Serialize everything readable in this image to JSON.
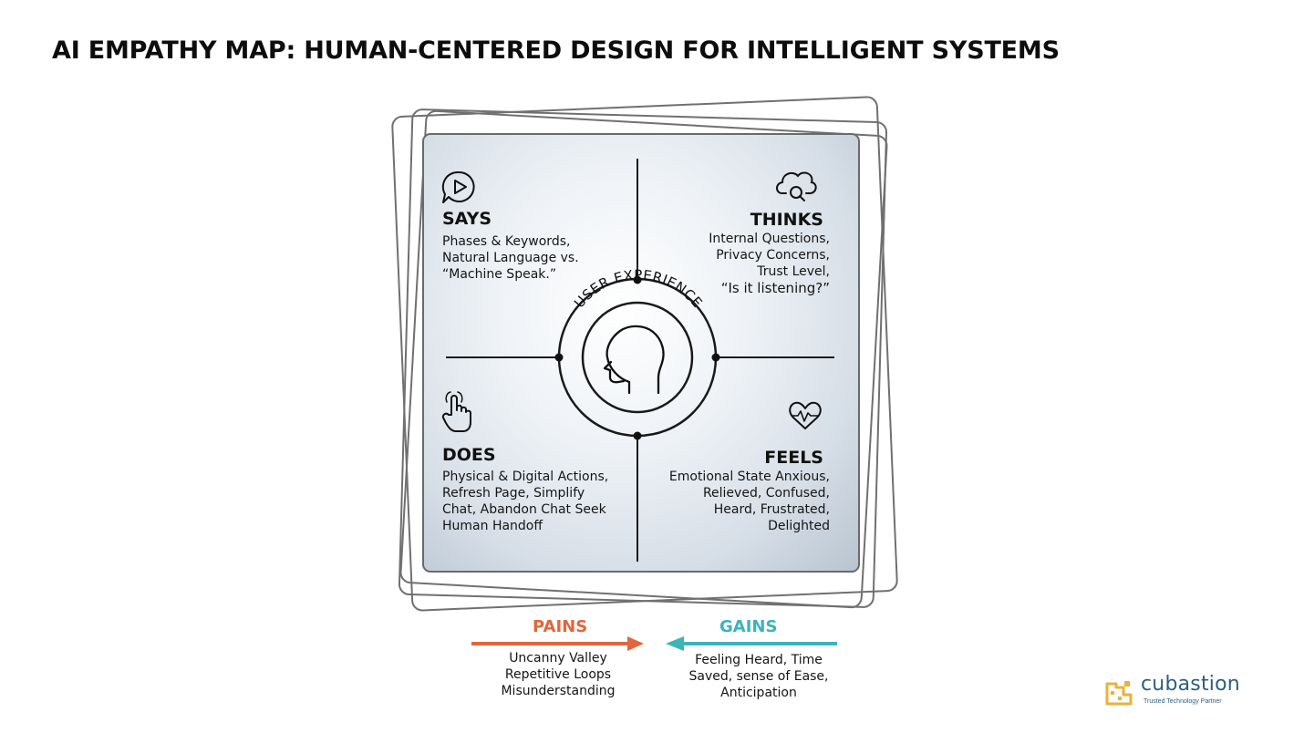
{
  "title": "AI EMPATHY MAP: HUMAN-CENTERED DESIGN FOR INTELLIGENT SYSTEMS",
  "center": {
    "label": "USER EXPERIENCE",
    "icon": "head-profile-icon"
  },
  "quadrants": {
    "says": {
      "title": "SAYS",
      "icon": "chat-play-icon",
      "lines": [
        "Phases & Keywords,",
        "Natural Language vs.",
        "“Machine Speak.”"
      ]
    },
    "thinks": {
      "title": "THINKS",
      "icon": "cloud-search-icon",
      "lines": [
        "Internal Questions,",
        "Privacy Concerns,",
        "Trust Level,",
        "“Is it listening?”"
      ]
    },
    "does": {
      "title": "DOES",
      "icon": "pointer-hand-icon",
      "lines": [
        "Physical & Digital Actions,",
        "Refresh Page, Simplify",
        "Chat, Abandon Chat Seek",
        "Human Handoff"
      ]
    },
    "feels": {
      "title": "FEELS",
      "icon": "heart-pulse-icon",
      "lines": [
        "Emotional State Anxious,",
        "Relieved, Confused,",
        "Heard, Frustrated,",
        "Delighted"
      ]
    }
  },
  "pains": {
    "title": "PAINS",
    "color": "#e2663e",
    "lines": [
      "Uncanny Valley",
      "Repetitive Loops",
      "Misunderstanding"
    ]
  },
  "gains": {
    "title": "GAINS",
    "color": "#3db3ba",
    "lines": [
      "Feeling Heard, Time",
      "Saved, sense of Ease,",
      "Anticipation"
    ]
  },
  "logo": {
    "name": "cubastion",
    "tagline": "Trusted Technology Partner",
    "brand_color": "#2c5f7e",
    "mark_color": "#e9b23a"
  }
}
